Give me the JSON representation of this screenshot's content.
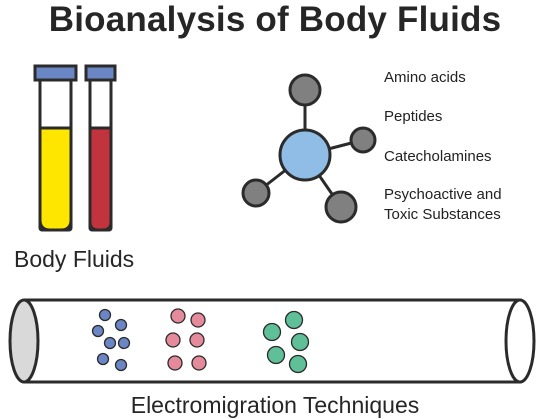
{
  "title": "Bioanalysis of Body Fluids",
  "body_fluids_label": "Body Fluids",
  "techniques_label": "Electromigration Techniques",
  "analytes": [
    "Amino acids",
    "Peptides",
    "Catecholamines",
    "Psychoactive and Toxic Substances"
  ],
  "colors": {
    "tube_cap": "#6b86c4",
    "yellow_fluid": "#ffe600",
    "red_fluid": "#c1333d",
    "molecule_center": "#8fbde6",
    "molecule_node": "#808080",
    "particles_blue": "#6b86c4",
    "particles_pink": "#e58a9a",
    "particles_green": "#5fbf98",
    "capillary_end": "#d9d9d9"
  },
  "icons": [
    "test-tube-yellow-icon",
    "test-tube-red-icon",
    "molecule-icon",
    "capillary-tube-icon"
  ]
}
